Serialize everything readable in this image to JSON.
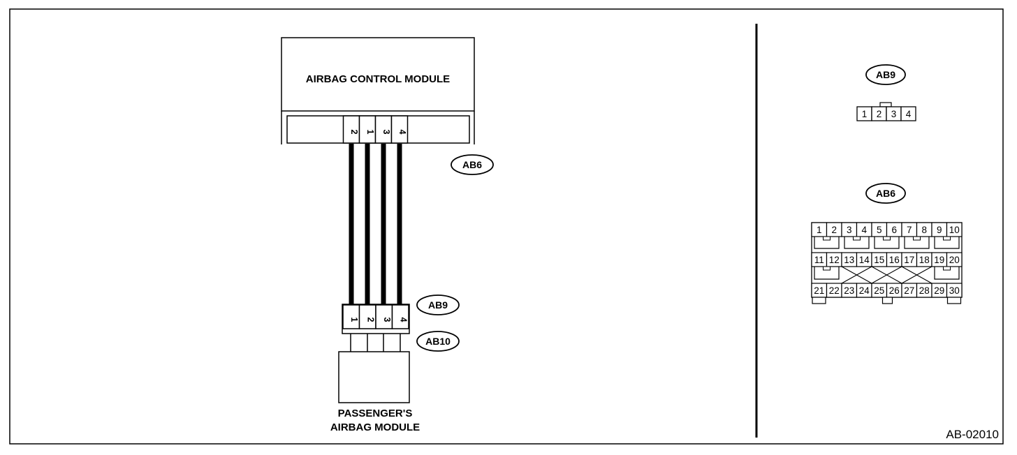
{
  "module_title": "AIRBAG CONTROL MODULE",
  "passenger_module": [
    "PASSENGER'S",
    "AIRBAG MODULE"
  ],
  "ecu_pins": [
    "2",
    "1",
    "3",
    "4"
  ],
  "ab9_inline_pins": [
    "1",
    "2",
    "3",
    "4"
  ],
  "connectors": {
    "ab6": "AB6",
    "ab9": "AB9",
    "ab10": "AB10"
  },
  "connector_views": {
    "ab9": {
      "label": "AB9",
      "pins": [
        "1",
        "2",
        "3",
        "4"
      ]
    },
    "ab6": {
      "label": "AB6",
      "rows": [
        [
          "1",
          "2",
          "3",
          "4",
          "5",
          "6",
          "7",
          "8",
          "9",
          "10"
        ],
        [
          "11",
          "12",
          "13",
          "14",
          "15",
          "16",
          "17",
          "18",
          "19",
          "20"
        ],
        [
          "21",
          "22",
          "23",
          "24",
          "25",
          "26",
          "27",
          "28",
          "29",
          "30"
        ]
      ]
    }
  },
  "figure_id": "AB-02010"
}
